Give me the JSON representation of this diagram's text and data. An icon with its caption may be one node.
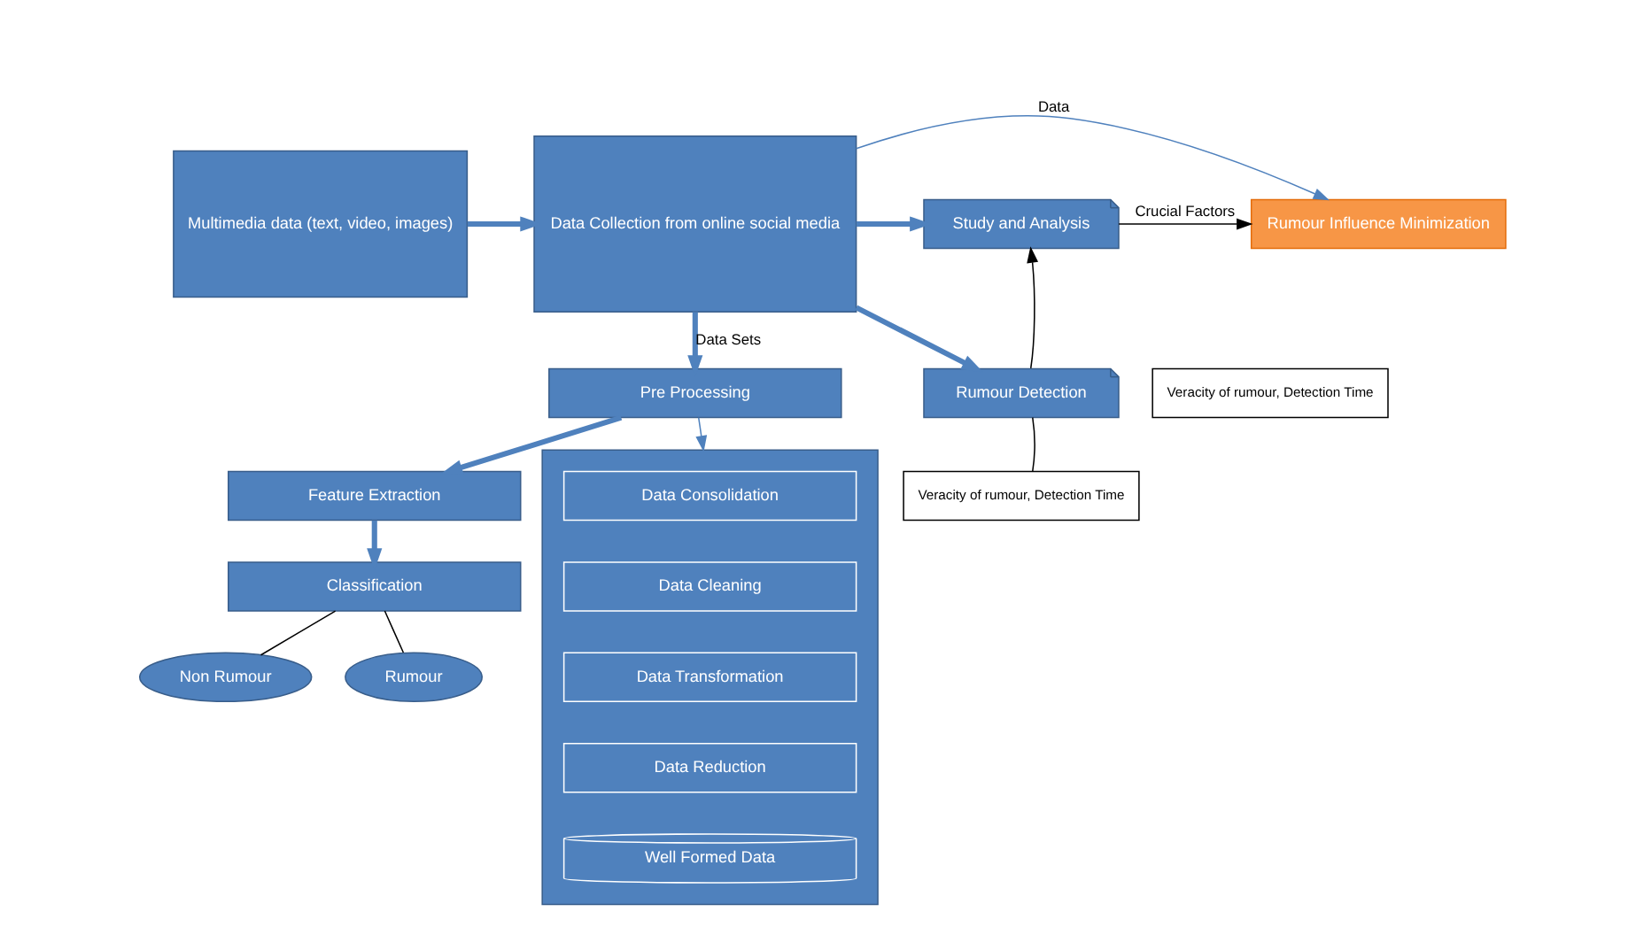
{
  "diagram": {
    "nodes": [
      {
        "text": [
          "Multimedia data (text, video, images)"
        ]
      },
      {
        "text": [
          "Data Collection from online social media"
        ]
      },
      {
        "text": [
          "Study and Analysis"
        ]
      },
      {
        "text": [
          "Rumour Influence Minimization"
        ]
      },
      {
        "text": [
          "Rumour Detection"
        ]
      },
      {
        "text": [
          "Veracity of rumour, Detection Time"
        ]
      },
      {
        "text": [
          "Veracity of rumour, Detection Time"
        ]
      },
      {
        "text": [
          "Pre Processing"
        ]
      },
      {
        "text": [
          "Feature Extraction"
        ]
      },
      {
        "text": [
          "Classification"
        ]
      },
      {
        "text": [
          "Non Rumour"
        ]
      },
      {
        "text": [
          "Rumour"
        ]
      },
      {
        "text": [],
        "shape": "trapezoid"
      },
      {
        "text": [
          "Data Consolidation"
        ],
        "in": 12
      },
      {
        "text": [
          "Data Cleaning"
        ],
        "in": 12
      },
      {
        "text": [
          "Data Transformation"
        ],
        "in": 12
      },
      {
        "text": [
          "Data Reduction"
        ],
        "in": 12
      },
      {
        "text": [
          "Well Formed Data"
        ],
        "in": 12
      }
    ],
    "edges": [
      {
        "from": 0,
        "to": 1,
        "arrow": "to",
        "style": "thick"
      },
      {
        "from": 1,
        "to": 3,
        "label": "Data",
        "arrow": "to"
      },
      {
        "from": 1,
        "to": 2,
        "arrow": "to",
        "style": "thick"
      },
      {
        "from": 1,
        "to": 4,
        "arrow": "to",
        "style": "thick"
      },
      {
        "from": 2,
        "to": 3,
        "label": "Crucial Factors",
        "arrow": "to",
        "color": "#000000"
      },
      {
        "from": 4,
        "to": 2,
        "arrow": "to",
        "color": "#000000"
      },
      {
        "from": 4,
        "to": 6,
        "arrow": "none",
        "color": "#000000"
      },
      {
        "from": 1,
        "to": 7,
        "label": "Data Sets",
        "arrow": "to",
        "style": "thick"
      },
      {
        "from": 7,
        "to": 12,
        "arrow": "to"
      },
      {
        "from": 7,
        "to": 8,
        "arrow": "to",
        "style": "thick"
      },
      {
        "from": 8,
        "to": 9,
        "arrow": "to",
        "style": "thick"
      },
      {
        "from": 9,
        "to": 10,
        "arrow": "none",
        "color": "#000000"
      },
      {
        "from": 9,
        "to": 11,
        "arrow": "none",
        "color": "#000000"
      }
    ]
  }
}
